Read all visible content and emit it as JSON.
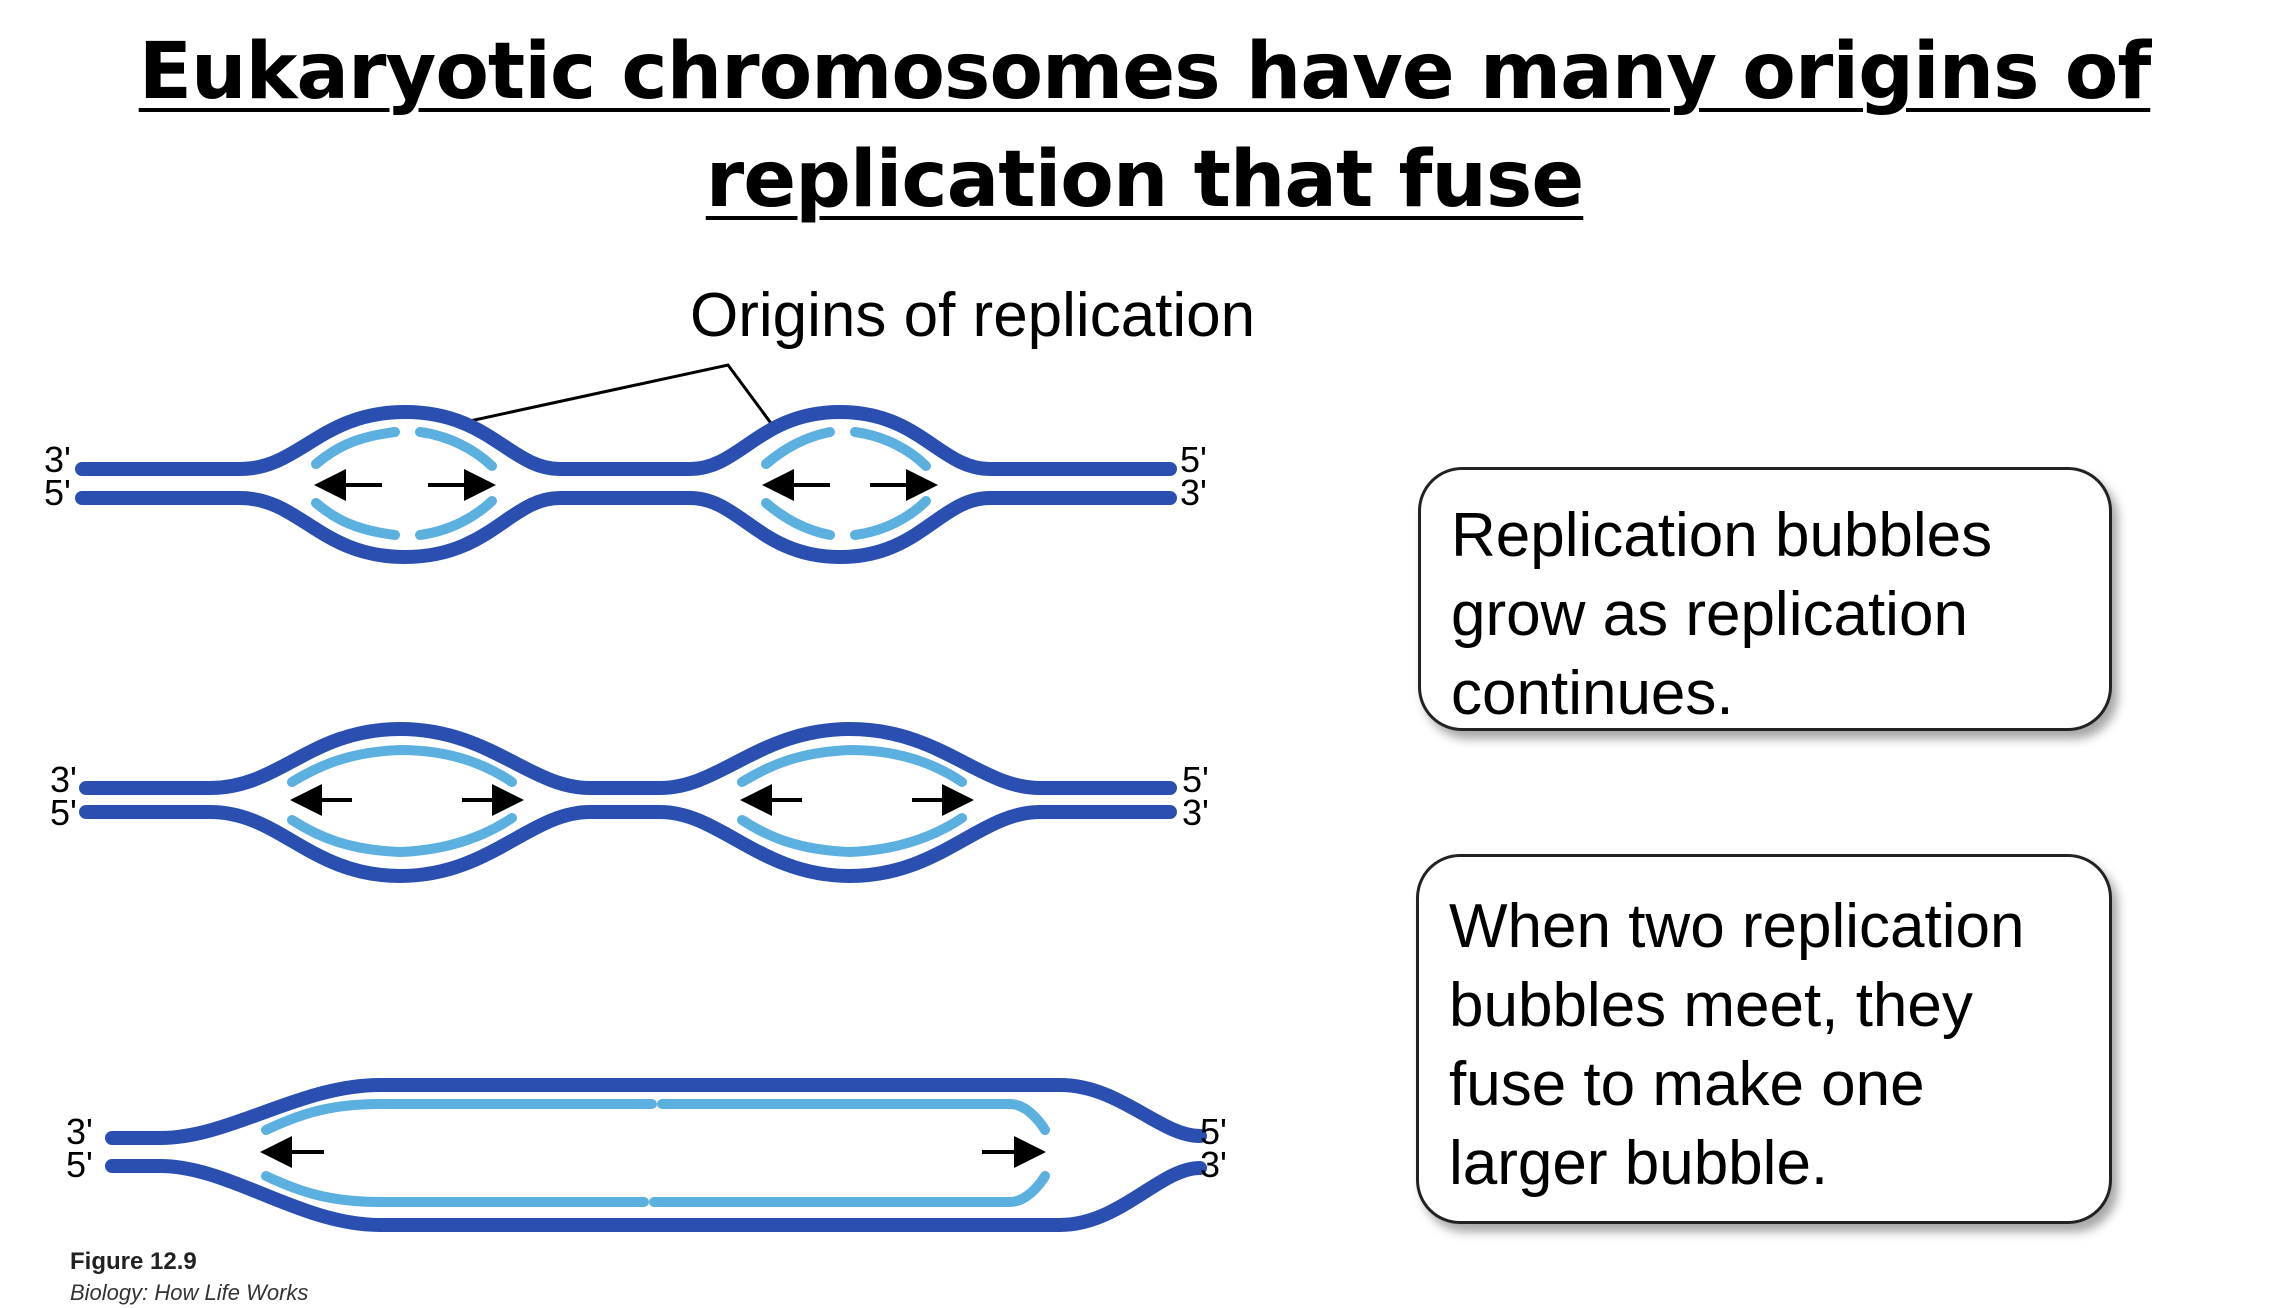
{
  "slide": {
    "title_line1": "Eukaryotic chromosomes have many origins of",
    "title_line2": "replication that fuse"
  },
  "diagram": {
    "origins_label": "Origins of replication",
    "end_labels": {
      "left_top": "3'",
      "left_bottom": "5'",
      "right_top": "5'",
      "right_bottom": "3'"
    },
    "colors": {
      "parent_strand": "#2a4fb0",
      "new_strand": "#5cb0e0",
      "arrow": "#000000"
    }
  },
  "callouts": {
    "bubbles_grow_text": "Replication bubbles grow as replication continues.",
    "bubbles_fuse_text": "When two replication bubbles meet, they fuse to make one larger bubble."
  },
  "figure": {
    "number": "Figure 12.9",
    "source": "Biology: How Life Works"
  }
}
